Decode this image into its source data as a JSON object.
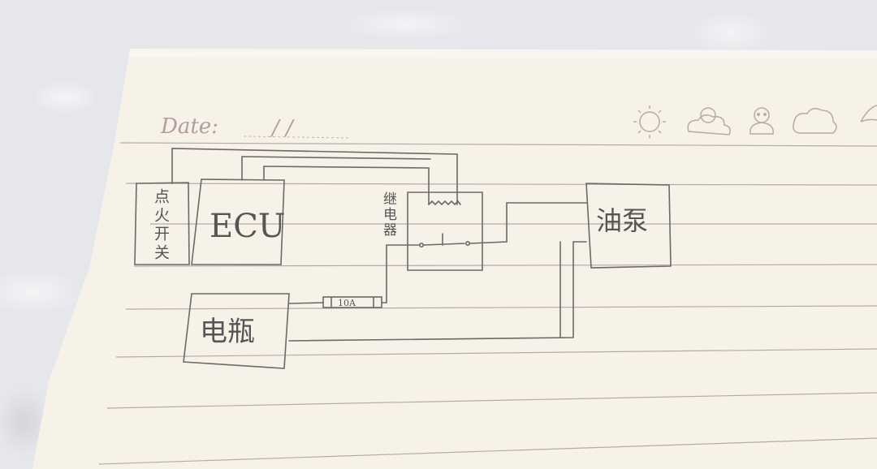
{
  "paper": {
    "date_label": "Date:",
    "date_separators": "/ /"
  },
  "weather_icons": [
    "sun-icon",
    "partly-cloudy-icon",
    "snowman-icon",
    "cloud-icon",
    "umbrella-icon"
  ],
  "diagram": {
    "ignition_switch": "点火开关",
    "ecu": "ECU",
    "relay": "继电器",
    "fuel_pump": "油泵",
    "battery": "电瓶",
    "fuse": "10A"
  },
  "colors": {
    "paper": "#f6f2e8",
    "rule_line": "#b8a9a6",
    "pencil": "#6a6a6a"
  }
}
